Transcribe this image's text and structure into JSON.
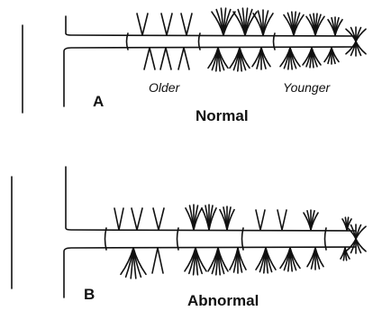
{
  "panels": [
    {
      "letter": "A",
      "title": "Normal",
      "older_label": "Older",
      "younger_label": "Younger"
    },
    {
      "letter": "B",
      "title": "Abnormal"
    }
  ],
  "colors": {
    "ink": "#111111",
    "background": "#ffffff"
  }
}
